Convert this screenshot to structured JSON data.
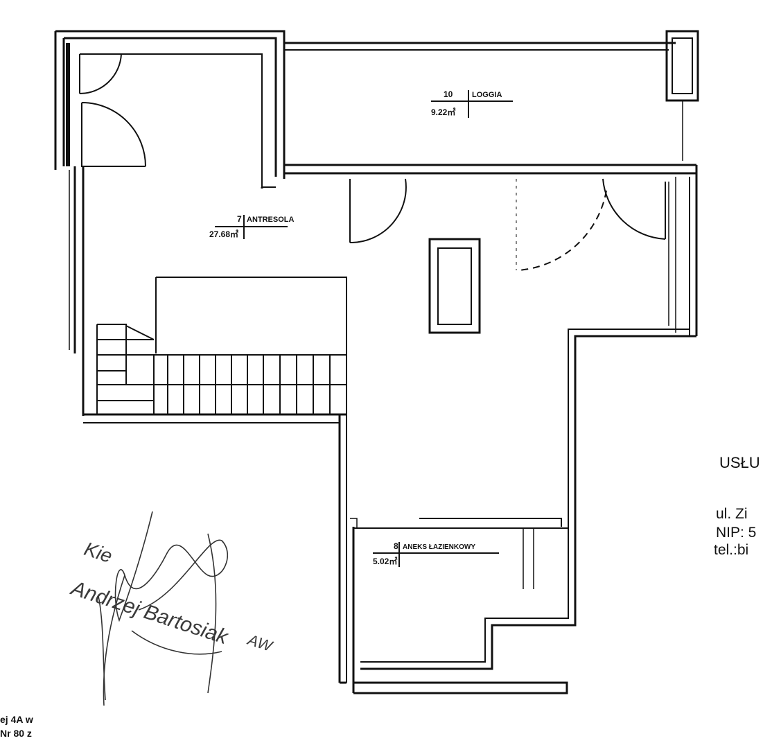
{
  "rooms": [
    {
      "number": "10",
      "name": "LOGGIA",
      "area": "9.22㎡"
    },
    {
      "number": "7",
      "name": "ANTRESOLA",
      "area": "27.68㎡"
    },
    {
      "number": "8",
      "name": "ANEKS ŁAZIENKOWY",
      "area": "5.02㎡"
    }
  ],
  "side_text": {
    "line1": "USŁU",
    "line2": "ul. Zi",
    "line3": "NIP: 5",
    "line4": "tel.:bi"
  },
  "bottom_left_text": {
    "line1": "ej 4A w",
    "line2": "Nr 80 z"
  },
  "stamp": {
    "line1": "Kie",
    "line2": "Andrzej Bartosiak",
    "line3": "AW"
  },
  "colors": {
    "line": "#111111",
    "stamp": "#3a3a3a"
  }
}
